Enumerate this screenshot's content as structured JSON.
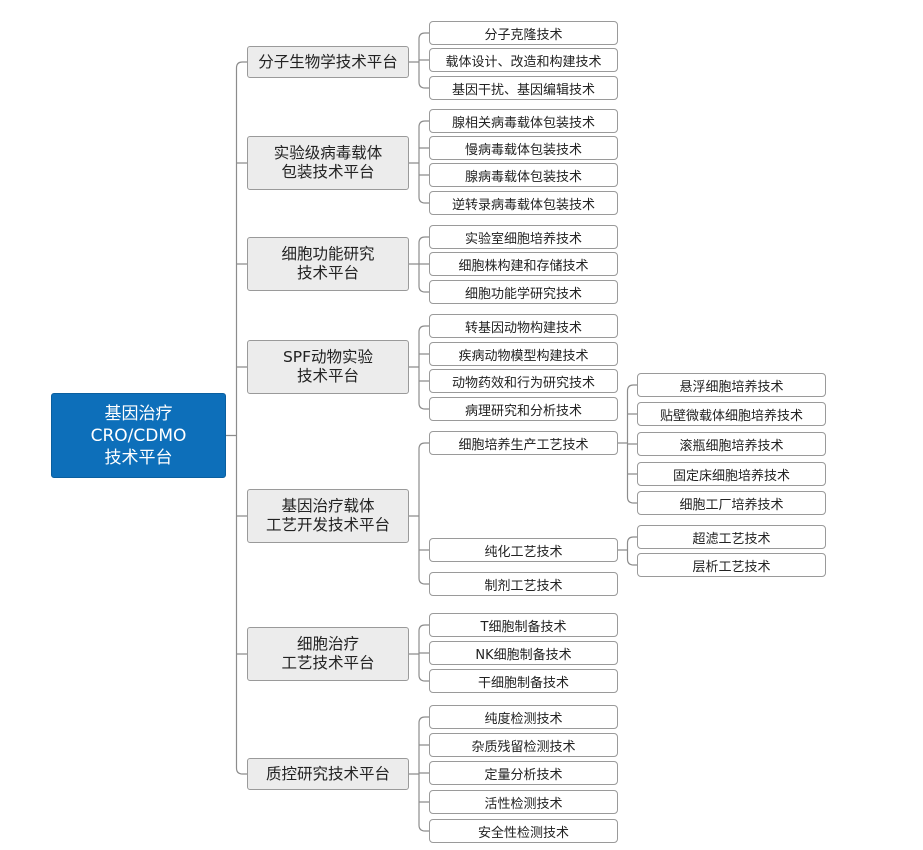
{
  "root": "基因治疗\nCRO/CDMO\n技术平台",
  "platforms": [
    {
      "name": "分子生物学技术平台",
      "items": [
        {
          "label": "分子克隆技术"
        },
        {
          "label": "载体设计、改造和构建技术"
        },
        {
          "label": "基因干扰、基因编辑技术"
        }
      ]
    },
    {
      "name": "实验级病毒载体\n包装技术平台",
      "items": [
        {
          "label": "腺相关病毒载体包装技术"
        },
        {
          "label": "慢病毒载体包装技术"
        },
        {
          "label": "腺病毒载体包装技术"
        },
        {
          "label": "逆转录病毒载体包装技术"
        }
      ]
    },
    {
      "name": "细胞功能研究\n技术平台",
      "items": [
        {
          "label": "实验室细胞培养技术"
        },
        {
          "label": "细胞株构建和存储技术"
        },
        {
          "label": "细胞功能学研究技术"
        }
      ]
    },
    {
      "name": "SPF动物实验\n技术平台",
      "items": [
        {
          "label": "转基因动物构建技术"
        },
        {
          "label": "疾病动物模型构建技术"
        },
        {
          "label": "动物药效和行为研究技术"
        },
        {
          "label": "病理研究和分析技术"
        }
      ]
    },
    {
      "name": "基因治疗载体\n工艺开发技术平台",
      "items": [
        {
          "label": "细胞培养生产工艺技术",
          "children": [
            {
              "label": "悬浮细胞培养技术"
            },
            {
              "label": "贴壁微载体细胞培养技术"
            },
            {
              "label": "滚瓶细胞培养技术"
            },
            {
              "label": "固定床细胞培养技术"
            },
            {
              "label": "细胞工厂培养技术"
            }
          ]
        },
        {
          "label": "纯化工艺技术",
          "children": [
            {
              "label": "超滤工艺技术"
            },
            {
              "label": "层析工艺技术"
            }
          ]
        },
        {
          "label": "制剂工艺技术"
        }
      ]
    },
    {
      "name": "细胞治疗\n工艺技术平台",
      "items": [
        {
          "label": "T细胞制备技术"
        },
        {
          "label": "NK细胞制备技术"
        },
        {
          "label": "干细胞制备技术"
        }
      ]
    },
    {
      "name": "质控研究技术平台",
      "items": [
        {
          "label": "纯度检测技术"
        },
        {
          "label": "杂质残留检测技术"
        },
        {
          "label": "定量分析技术"
        },
        {
          "label": "活性检测技术"
        },
        {
          "label": "安全性检测技术"
        }
      ]
    }
  ]
}
